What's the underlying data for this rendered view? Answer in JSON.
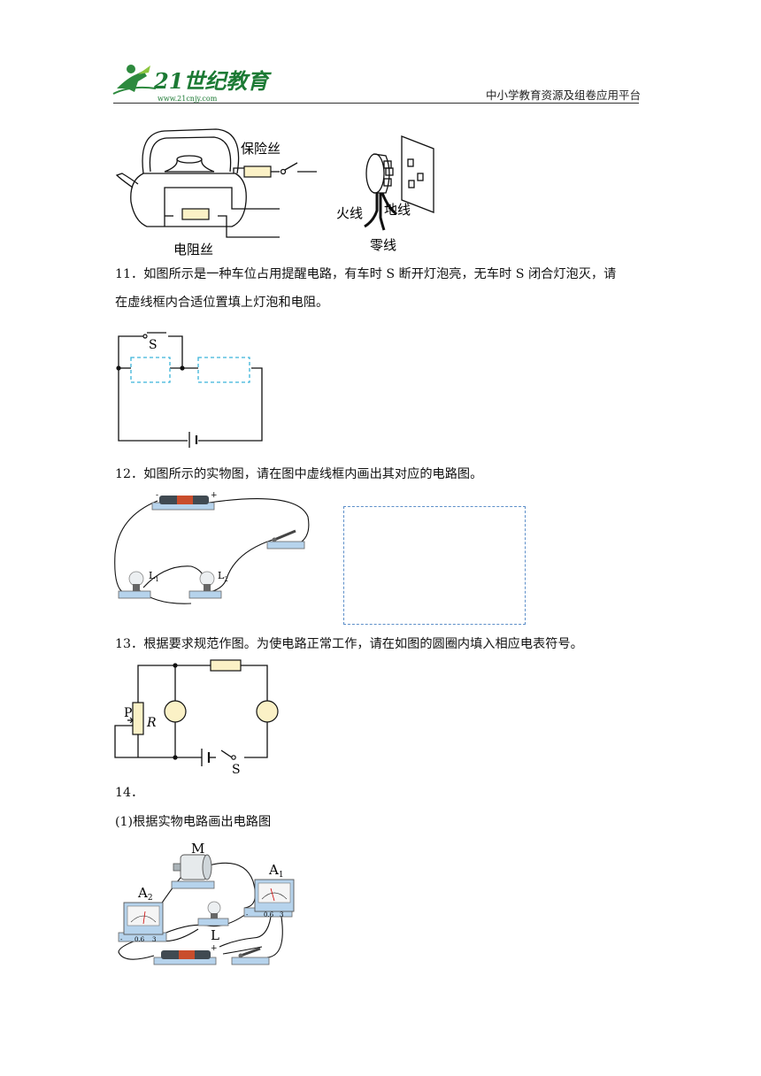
{
  "header": {
    "logo_text": "21世纪教育",
    "logo_url": "www.21cnjy.com",
    "platform": "中小学教育资源及组卷应用平台"
  },
  "fig10": {
    "fuse_label": "保险丝",
    "resistor_label": "电阻丝",
    "live_label": "火线",
    "ground_label": "地线",
    "neutral_label": "零线"
  },
  "q11": {
    "line1": "11．如图所示是一种车位占用提醒电路，有车时 S 断开灯泡亮，无车时 S 闭合灯泡灭，请",
    "line2": "在虚线框内合适位置填上灯泡和电阻。",
    "switch_label": "S"
  },
  "q12": {
    "text": "12．如图所示的实物图，请在图中虚线框内画出其对应的电路图。",
    "lamp1_label": "L",
    "lamp1_sub": "1",
    "lamp2_label": "L",
    "lamp2_sub": "2",
    "battery_minus": "-",
    "battery_plus": "+"
  },
  "q13": {
    "text": "13．根据要求规范作图。为使电路正常工作，请在如图的圆圈内填入相应电表符号。",
    "slider_label": "P",
    "rheostat_label": "R",
    "switch_label": "S"
  },
  "q14": {
    "number": "14．",
    "sub1": "(1)根据实物电路画出电路图",
    "motor_label": "M",
    "ammeter1_label": "A",
    "ammeter1_sub": "1",
    "ammeter2_label": "A",
    "ammeter2_sub": "2",
    "lamp_label": "L",
    "battery_plus": "+",
    "scale_06": "0.6",
    "scale_3": "3",
    "scale_minus": "-"
  }
}
